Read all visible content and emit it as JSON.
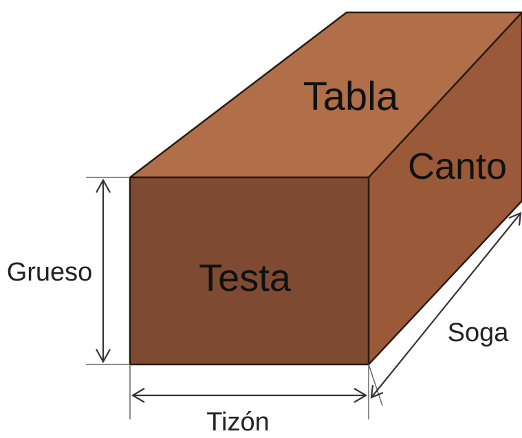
{
  "faces": {
    "top": "Tabla",
    "side": "Canto",
    "front": "Testa"
  },
  "dimensions": {
    "height": "Grueso",
    "width": "Tizón",
    "length": "Soga"
  },
  "colors": {
    "top_face": "#B06F48",
    "side_face": "#9A5A3A",
    "front_face": "#7E4A31"
  }
}
